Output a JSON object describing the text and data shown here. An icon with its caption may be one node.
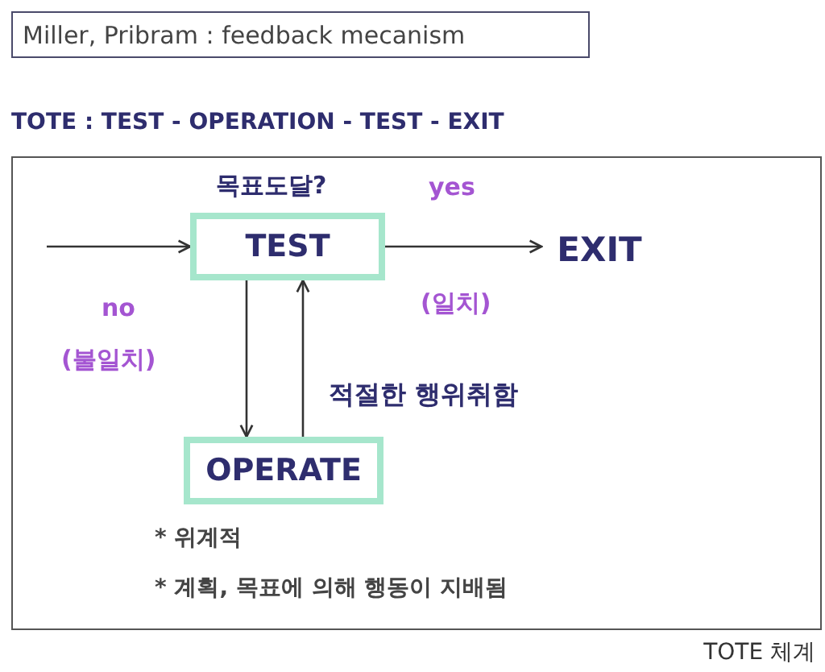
{
  "diagram": {
    "title": "Miller, Pribram : feedback mecanism",
    "caption": "TOTE 체계",
    "nodes": [
      {
        "text": [],
        "shape": "box"
      },
      {
        "text": [
          "TEST"
        ],
        "beside": [
          "목표도달?"
        ],
        "in": 0
      },
      {
        "text": [
          "EXIT"
        ],
        "in": 0
      },
      {
        "text": [
          "OPERATE"
        ],
        "in": 0
      }
    ],
    "edges": [
      {
        "from": null,
        "to": 1,
        "arrow": "to"
      },
      {
        "from": 1,
        "to": 2,
        "arrow": "to",
        "label": "yes"
      },
      {
        "from": 1,
        "to": 3,
        "arrow": "to",
        "label": "no"
      },
      {
        "from": 3,
        "to": 1,
        "arrow": "to",
        "label": "적절한 행위취함"
      }
    ],
    "labels": [
      "TOTE : TEST - OPERATION - TEST - EXIT",
      "(일치)",
      "(불일치)",
      "* 위계적",
      "* 계획, 목표에 의해 행동이 지배됨"
    ]
  }
}
